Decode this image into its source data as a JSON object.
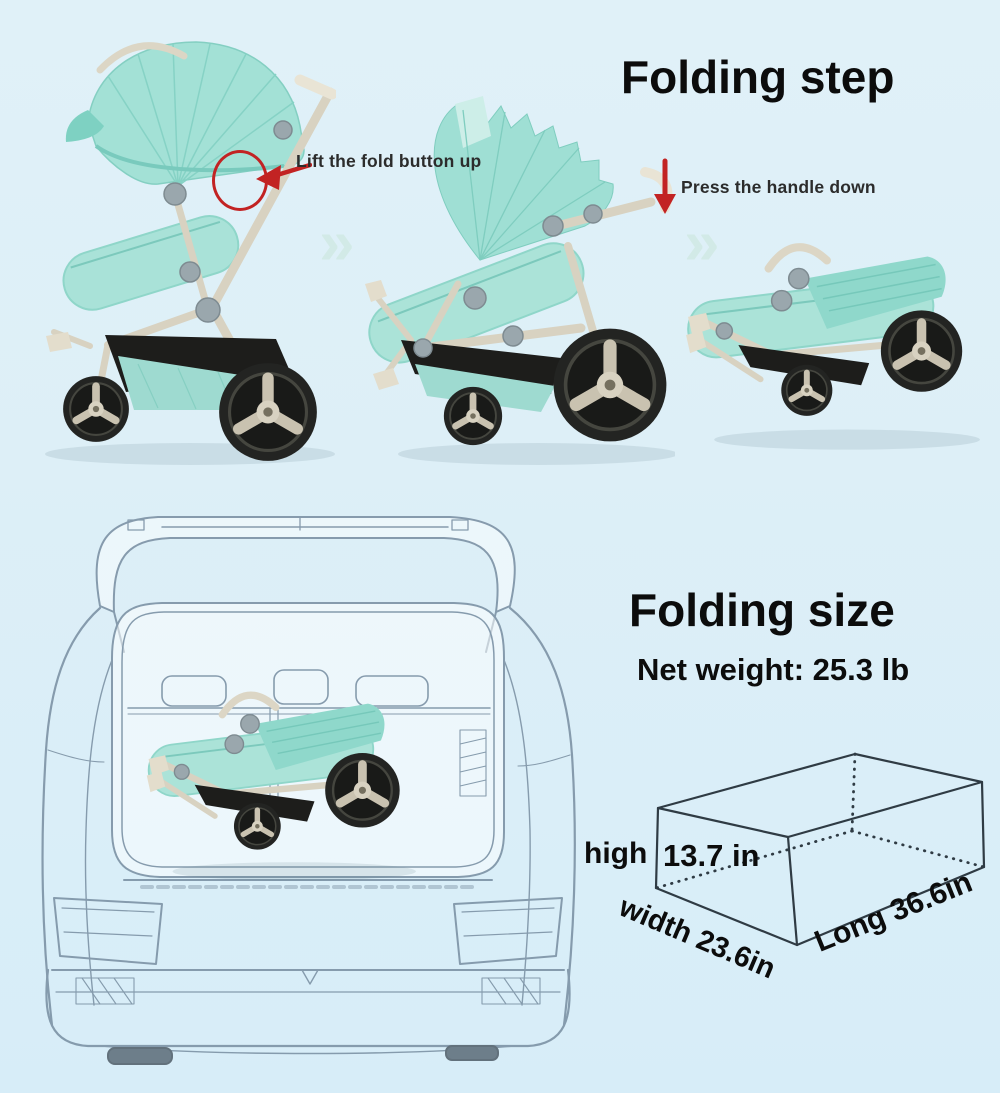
{
  "folding_step": {
    "title": "Folding step",
    "step1_label": "Lift the fold button up",
    "step2_label": "Press the handle down"
  },
  "folding_size": {
    "title": "Folding size",
    "net_weight": "Net weight: 25.3 lb",
    "box": {
      "height_label": "high",
      "height_value": "13.7 in",
      "width_value": "width 23.6in",
      "length_value": "Long 36.6in"
    }
  },
  "icons": {
    "next_chevron": "»"
  },
  "colors": {
    "background": "#ddeff7",
    "mint": "#a9e2d8",
    "mint_dark": "#8fd6c9",
    "frame_champagne": "#d8d2c1",
    "annotation_red": "#c22323",
    "title_text": "#0c0c0c",
    "sketch_line": "#7d93a5"
  }
}
